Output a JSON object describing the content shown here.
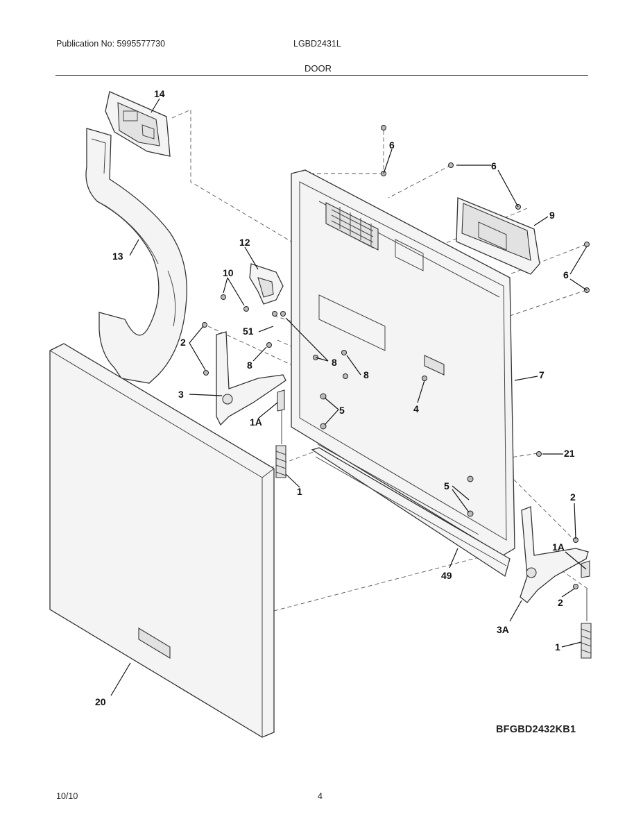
{
  "header": {
    "publication": "Publication No: 5995577730",
    "model": "LGBD2431L",
    "section": "DOOR"
  },
  "footer": {
    "date": "10/10",
    "page": "4",
    "diagram_code": "BFGBD2432KB1"
  },
  "callouts": {
    "c14": "14",
    "c13": "13",
    "c12": "12",
    "c10": "10",
    "c51": "51",
    "c2a": "2",
    "c8a": "8",
    "c8b": "8",
    "c8c": "8",
    "c3": "3",
    "c1a": "1A",
    "c1": "1",
    "c6a": "6",
    "c6b": "6",
    "c9": "9",
    "c6c": "6",
    "c7": "7",
    "c4": "4",
    "c5a": "5",
    "c5b": "5",
    "c21": "21",
    "c2b": "2",
    "c1ab": "1A",
    "c2c": "2",
    "c49": "49",
    "c3a": "3A",
    "c1b": "1",
    "c20": "20"
  }
}
